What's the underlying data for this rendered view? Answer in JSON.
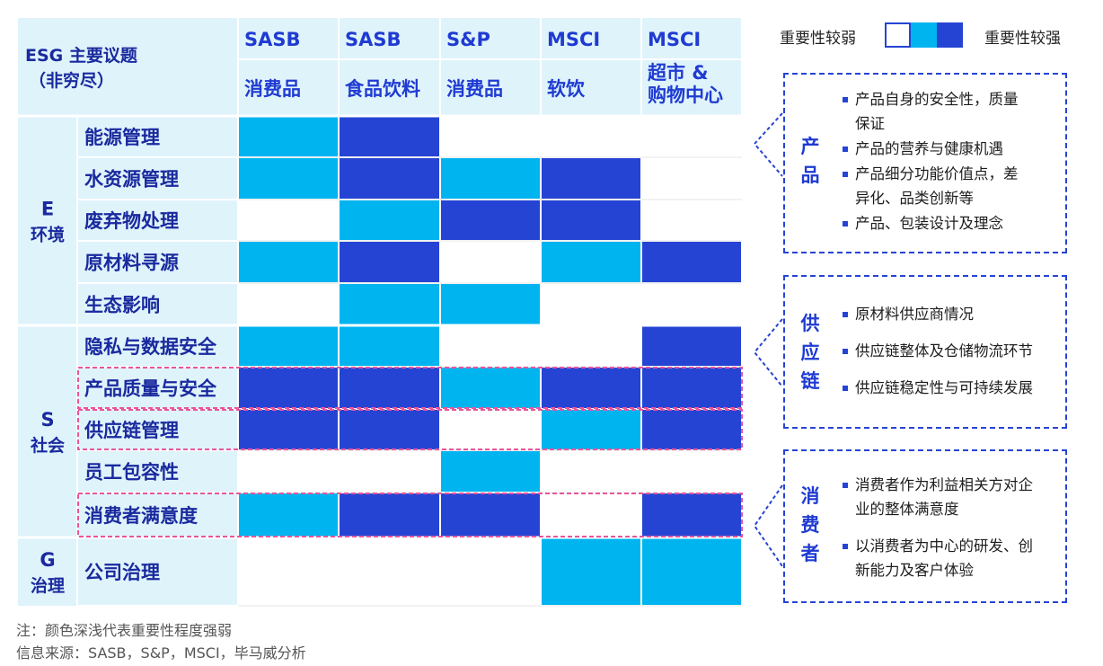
{
  "header": {
    "corner_line1": "ESG 主要议题",
    "corner_line2": "（非穷尽）",
    "columns": [
      {
        "org": "SASB",
        "sector": [
          "消费品"
        ]
      },
      {
        "org": "SASB",
        "sector": [
          "食品饮料"
        ]
      },
      {
        "org": "S&P",
        "sector": [
          "消费品"
        ]
      },
      {
        "org": "MSCI",
        "sector": [
          "软饮"
        ]
      },
      {
        "org": "MSCI",
        "sector": [
          "超市 &",
          "购物中心"
        ]
      }
    ]
  },
  "groups": [
    {
      "letter": "E",
      "name": "环境",
      "rows": [
        0,
        4
      ]
    },
    {
      "letter": "S",
      "name": "社会",
      "rows": [
        5,
        9
      ]
    },
    {
      "letter": "G",
      "name": "治理",
      "rows": [
        10,
        10
      ]
    }
  ],
  "rows": [
    {
      "label": "能源管理",
      "values": [
        1,
        2,
        0,
        0,
        0
      ]
    },
    {
      "label": "水资源管理",
      "values": [
        1,
        2,
        1,
        2,
        0
      ]
    },
    {
      "label": "废弃物处理",
      "values": [
        0,
        1,
        2,
        2,
        0
      ]
    },
    {
      "label": "原材料寻源",
      "values": [
        1,
        2,
        0,
        1,
        2
      ]
    },
    {
      "label": "生态影响",
      "values": [
        0,
        1,
        1,
        0,
        0
      ]
    },
    {
      "label": "隐私与数据安全",
      "values": [
        1,
        1,
        0,
        0,
        2
      ]
    },
    {
      "label": "产品质量与安全",
      "values": [
        2,
        2,
        1,
        2,
        2
      ],
      "highlight": true
    },
    {
      "label": "供应链管理",
      "values": [
        2,
        2,
        0,
        1,
        2
      ],
      "highlight": true
    },
    {
      "label": "员工包容性",
      "values": [
        0,
        0,
        1,
        0,
        0
      ]
    },
    {
      "label": "消费者满意度",
      "values": [
        1,
        2,
        2,
        0,
        2
      ],
      "highlight": true
    },
    {
      "label": "公司治理",
      "values": [
        0,
        0,
        0,
        1,
        1
      ]
    }
  ],
  "colors": {
    "level_0": "#ffffff",
    "level_1": "#00b4f0",
    "level_2": "#2644d4",
    "header_bg": "#dff3fb",
    "header_text": "#1f3bd2",
    "label_text": "#1a2a9e",
    "highlight_border": "#e8559a",
    "panel_border": "#2644d4"
  },
  "legend": {
    "weak": "重要性较弱",
    "strong": "重要性较强"
  },
  "panels": [
    {
      "title": [
        "产",
        "品"
      ],
      "items": [
        [
          "产品自身的安全性，质量",
          "保证"
        ],
        [
          "产品的营养与健康机遇"
        ],
        [
          "产品细分功能价值点，差",
          "异化、品类创新等"
        ],
        [
          "产品、包装设计及理念"
        ]
      ]
    },
    {
      "title": [
        "供",
        "应",
        "链"
      ],
      "items": [
        [
          "原材料供应商情况"
        ],
        [
          "供应链整体及仓储物流环节"
        ],
        [
          "供应链稳定性与可持续发展"
        ]
      ]
    },
    {
      "title": [
        "消",
        "费",
        "者"
      ],
      "items": [
        [
          "消费者作为利益相关方对企",
          "业的整体满意度"
        ],
        [
          "以消费者为中心的研发、创",
          "新能力及客户体验"
        ]
      ]
    }
  ],
  "notes": {
    "note": "注：颜色深浅代表重要性程度强弱",
    "source": "信息来源：SASB，S&P，MSCI，毕马威分析"
  }
}
